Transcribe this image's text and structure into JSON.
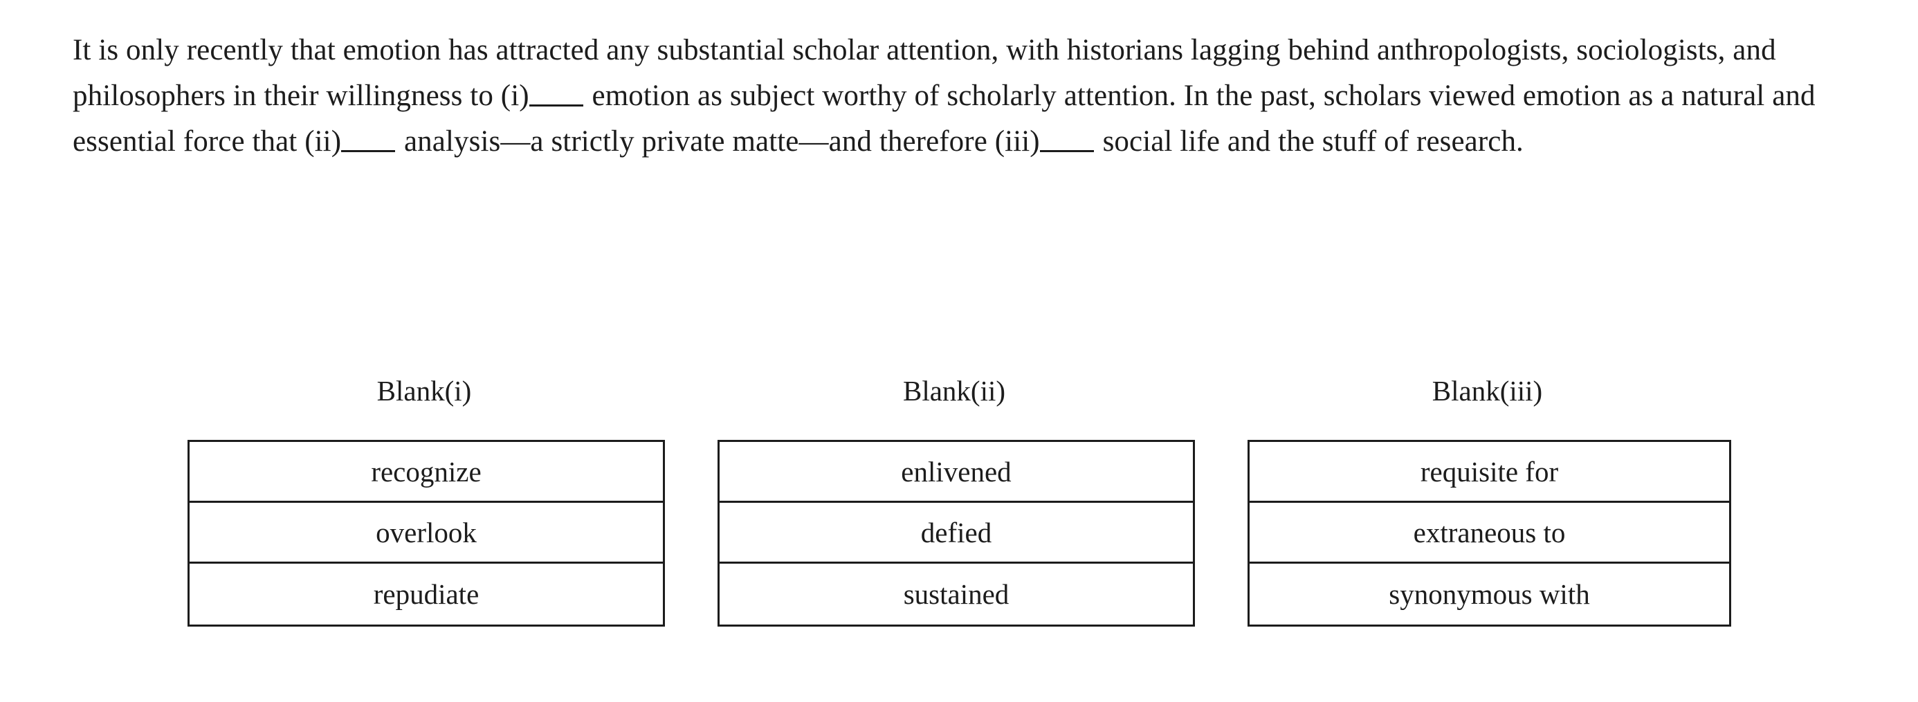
{
  "passage": {
    "segments": [
      {
        "type": "text",
        "value": "It is only recently that emotion has attracted any substantial scholar attention, with historians lagging behind anthropologists, sociologists, and philosophers in their willingness to (i)"
      },
      {
        "type": "blank",
        "value": "_____"
      },
      {
        "type": "text",
        "value": " emotion as subject worthy of scholarly attention. In the past, scholars viewed emotion as a natural and essential force that (ii)"
      },
      {
        "type": "blank",
        "value": "_____"
      },
      {
        "type": "text",
        "value": " analysis—a strictly private matte—and therefore (iii)"
      },
      {
        "type": "blank",
        "value": "_____"
      },
      {
        "type": "text",
        "value": " social life and the stuff of research."
      }
    ],
    "full_text": "It is only recently that emotion has attracted any substantial scholar attention, with historians lagging behind anthropologists, sociologists, and philosophers in their willingness to (i)_____ emotion as subject worthy of scholarly attention. In the past, scholars viewed emotion as a natural and essential force that (ii)_____ analysis—a strictly private matte—and therefore (iii)_____ social life and the stuff of research."
  },
  "blanks": [
    {
      "header": "Blank(i)",
      "options": [
        {
          "label": "recognize"
        },
        {
          "label": "overlook"
        },
        {
          "label": "repudiate"
        }
      ]
    },
    {
      "header": "Blank(ii)",
      "options": [
        {
          "label": "enlivened"
        },
        {
          "label": "defied"
        },
        {
          "label": "sustained"
        }
      ]
    },
    {
      "header": "Blank(iii)",
      "options": [
        {
          "label": "requisite for"
        },
        {
          "label": "extraneous to"
        },
        {
          "label": "synonymous with"
        }
      ]
    }
  ],
  "colors": {
    "text": "#1c1c1c",
    "border": "#1c1c1c",
    "background": "#ffffff"
  }
}
